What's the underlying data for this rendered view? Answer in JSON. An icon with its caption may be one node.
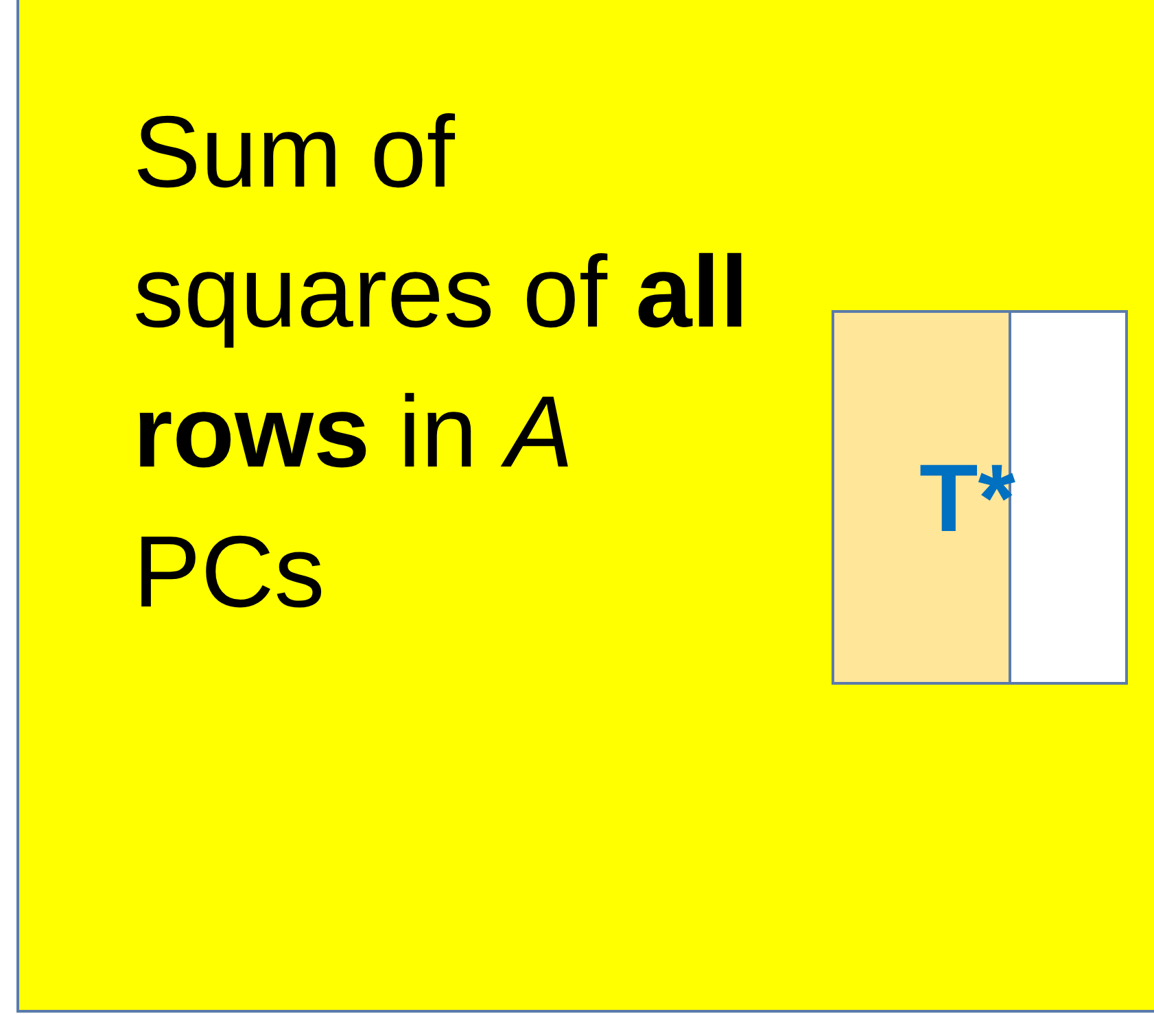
{
  "diagram": {
    "nodes": [
      {
        "text": [
          "Sum of squares of **all rows** in *A* PCs"
        ]
      },
      {
        "text": [
          "T*"
        ],
        "in": 0
      }
    ]
  }
}
